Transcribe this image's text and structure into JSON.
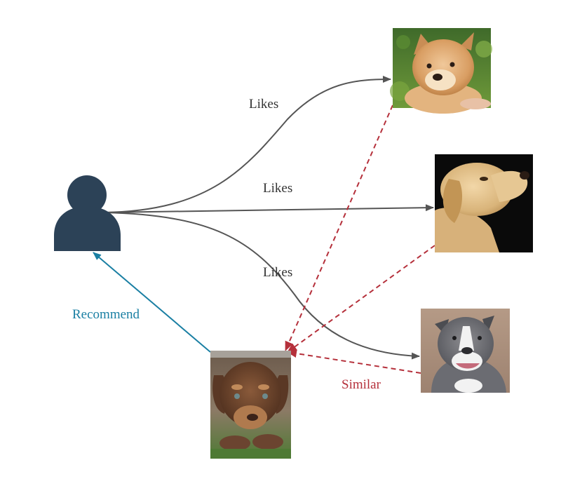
{
  "edges": {
    "likes_labels": [
      "Likes",
      "Likes",
      "Likes"
    ],
    "recommend_label": "Recommend",
    "similar_label": "Similar"
  },
  "colors": {
    "user": "#2c4257",
    "likes": "#555555",
    "recommend": "#1a7fa3",
    "similar": "#b5303b"
  },
  "nodes": {
    "user": "user-icon",
    "liked_dogs": [
      "shiba-puppy-photo",
      "labrador-photo",
      "pitbull-photo"
    ],
    "recommended_dog": "brown-puppy-photo"
  }
}
